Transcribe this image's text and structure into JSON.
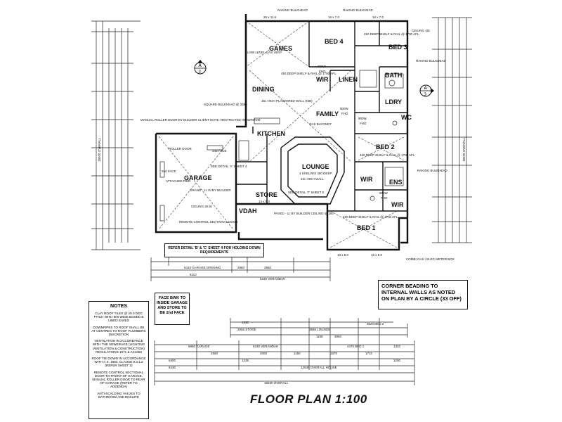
{
  "title": "FLOOR PLAN 1:100",
  "rooms": {
    "games": "GAMES",
    "bed4": "BED 4",
    "bed3": "BED 3",
    "dining": "DINING",
    "family": "FAMILY",
    "kitchen": "KITCHEN",
    "lounge": "LOUNGE",
    "bed2": "BED 2",
    "garage": "GARAGE",
    "store": "STORE",
    "vdah": "VDAH",
    "bed1": "BED 1",
    "bath": "BATH",
    "ldry": "LDRY",
    "linen": "LINEN",
    "ens": "ENS",
    "wir1": "WIR",
    "wir2": "WIR",
    "wir3": "WIR",
    "wc": "WC"
  },
  "annotations": {
    "low_level_gas_vent": "LOW LEVEL GAS VENT",
    "raking_bulkhead_1": "RAKING BULKHEAD",
    "raking_bulkhead_2": "RAKING BULKHEAD",
    "dim_top_1": "26 x 11.6",
    "dim_top_2": "16 x 7.0",
    "dim_top_3": "16 x 7.0",
    "dim_bot_1": "18 x 6.0",
    "dim_bot_2": "16 x 6.0",
    "shelf_bed4": "450 DEEP SHELF & RAIL @ 1700 AFL",
    "shelf_bed3": "450 DEEP SHELF & RAIL @ 1700 AFL",
    "shelf_bed2": "450 DEEP SHELF & RAIL @ 1700 AFL",
    "shelf_bed1": "450 DEEP SHELF & RAIL @ 1700 AFL",
    "high_plastered": "15c HIGH PLASTERED WALL (NIB)",
    "gas_bayonet": "GAS BAYONET",
    "sq_bulkhead": "SQUARE BULKHEAD @ 2550",
    "manual_roller": "MANUAL ROLLER DOOR BY BUILDER CLIENT NOTE: RESTRICTED HEADROOM",
    "roller_door": "ROLLER DOOR",
    "attached_pier": "ATTACHED PIER",
    "grand_1c": "GRAND - 1c IN BY BUILDER",
    "ceiling_no": "CEILING 40.5c",
    "remote_control": "REMOTE CONTROL SECTIONAL DOOR",
    "paved": "PAVED - 1c BY BUILDER CEILING @ 28c",
    "lounge_shelves": "4 SHELVES 400 DEEP",
    "lounge_wall": "13c HIGH WALL",
    "see_detail_a": "SEE DETAIL 'A' SHEET 4",
    "see_detail_b": "SEE DETAIL 'F' SHEET 6",
    "store_dim": "14 x 6.0",
    "face_2nd_1": "2nd FACE",
    "face_2nd_2": "2nd FACE",
    "combi_gas": "COMBI GAS / ELEC METER BOX",
    "ceiling_top": "CEILING 40c",
    "raking_right_1": "RAKING BULKHEAD",
    "raking_right_2": "RAKING BULKHEAD",
    "fho_1": "FHO",
    "fho_2": "FHO",
    "fho_3": "FHO",
    "fho_4": "FHO",
    "900w_1": "900W",
    "900w_2": "900W",
    "900w_3": "900W",
    "900w_4": "900W"
  },
  "dimensions": {
    "garage_opening": "6410 GARAGE OPENING",
    "d2960": "2960",
    "d2950": "2950",
    "d8110": "8110",
    "verandah": "6230 VERANDAH",
    "d3950": "3950",
    "d2000": "2000",
    "overall_left": "18070 OVERALL",
    "overall_right": "18070 OVERALL",
    "garage_row": "5860 GARAGE",
    "store_row": "2555 STORE",
    "lounge_row": "3686 LOUNGE",
    "bed2_row": "3620 BED 2",
    "verandah_row": "6230 VERANDAH",
    "bed1_row": "4470 BED 1",
    "overall_house": "12630 OVERALL HOUSE",
    "overall_bottom": "18230 OVERALL",
    "d6400": "6400",
    "d6430": "6430",
    "d1550": "1550",
    "d1320": "1320",
    "d1710": "1710",
    "d1570": "1570",
    "d1150": "1150",
    "d2550": "2550",
    "d3200": "3200",
    "d1225": "1225",
    "d1155": "1155"
  },
  "refer_box": "REFER DETAIL 'B' & 'C' SHEET 4 FOR HOLDING DOWN REQUIREMENTS",
  "face_box": "FACE BWK TO INSIDE GARAGE AND STORE TO BE 2nd FACE",
  "corner_box": "CORNER BEADING TO INTERNAL WALLS AS NOTED ON PLAN BY A CIRCLE (33 OFF)",
  "notes": {
    "heading": "NOTES",
    "items": [
      "Clay roof tiles @ 20.0 deg pitch with 600 wide boxed & lined eaves",
      "Downpipes to roof shall be at centres to roof plumbers discretion",
      "Ventilation in accordance with the Sewerage (Lighting Ventilation & Construction) Regulations 1971 & AS1668",
      "Roof tie down in accordance with A.S. 1684, clause 9.3.1.2 (refer sheet 3)",
      "Remote control sectional door to front of garage. Manual roller door to rear of garage (refer to addenda)",
      "Anti-scalding valves to bathroom and ensuite"
    ]
  },
  "section_markers": [
    "A",
    "A"
  ],
  "section_sheet": [
    "3",
    "3"
  ]
}
